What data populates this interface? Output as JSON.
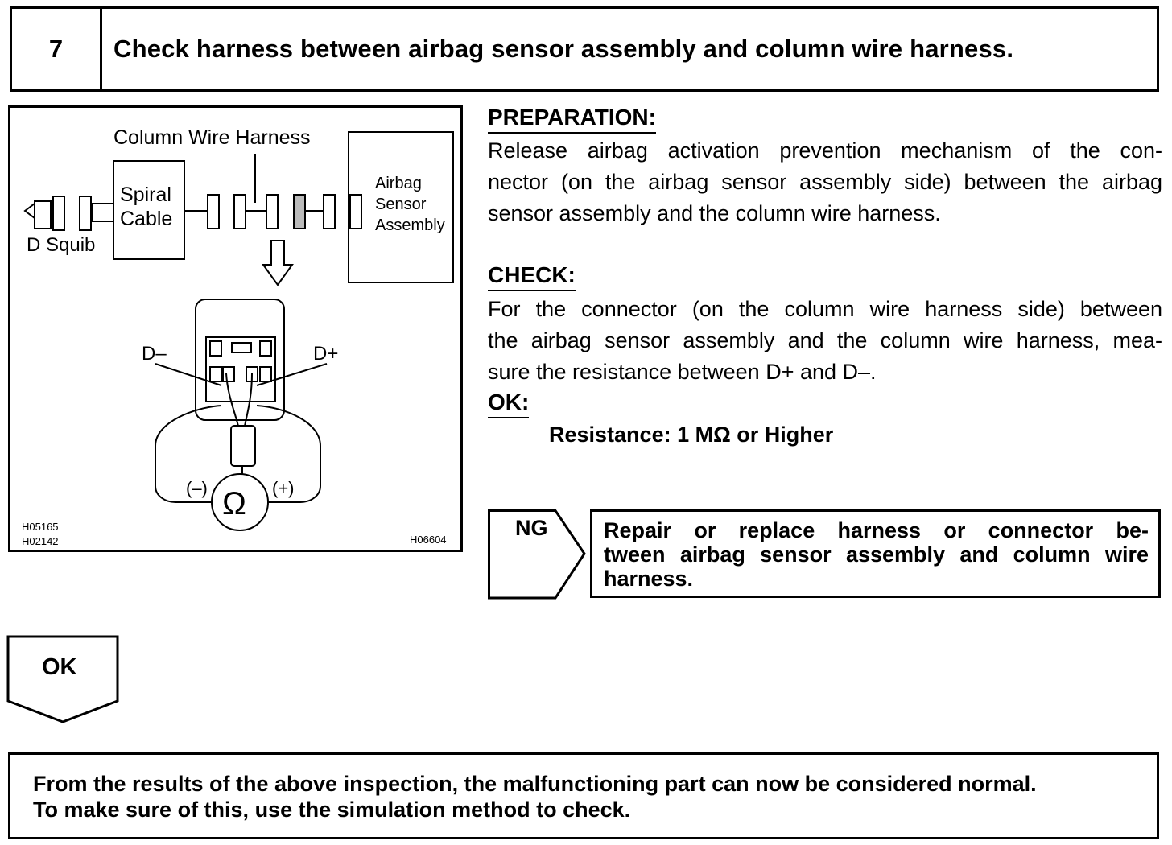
{
  "step": {
    "number": "7",
    "title": "Check harness between airbag sensor assembly and column wire harness."
  },
  "figure": {
    "labels": {
      "column_wire_harness": "Column Wire Harness",
      "spiral_cable_line1": "Spiral",
      "spiral_cable_line2": "Cable",
      "d_squib": "D Squib",
      "airbag_sensor_line1": "Airbag",
      "airbag_sensor_line2": "Sensor",
      "airbag_sensor_line3": "Assembly",
      "d_minus": "D–",
      "d_plus": "D+",
      "meter_minus": "(–)",
      "meter_plus": "(+)",
      "ohm_symbol": "Ω"
    },
    "codes": [
      "H05165",
      "H02142",
      "H06604"
    ]
  },
  "preparation": {
    "heading": "PREPARATION:",
    "lines": [
      "Release airbag activation prevention mechanism of the con-",
      "nector (on the airbag sensor assembly side) between the airbag",
      "sensor assembly and the column wire harness."
    ]
  },
  "check": {
    "heading": "CHECK:",
    "lines": [
      "For the connector (on the column wire harness side) between",
      "the airbag sensor assembly and the column wire harness, mea-",
      "sure the resistance between D+ and D–."
    ]
  },
  "ok_spec": {
    "heading": "OK:",
    "value": "Resistance: 1 MΩ or Higher"
  },
  "ng": {
    "label": "NG",
    "lines": [
      "Repair or replace harness or connector be-",
      "tween airbag sensor assembly and column wire",
      "harness."
    ]
  },
  "ok_arrow": {
    "label": "OK"
  },
  "conclusion": {
    "lines": [
      "From the results of the above inspection, the malfunctioning part can now be considered normal.",
      "To make sure of this, use the simulation method to check."
    ]
  }
}
